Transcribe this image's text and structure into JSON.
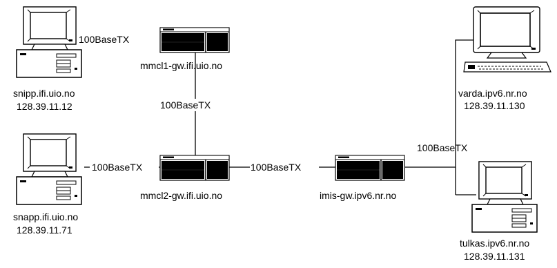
{
  "hosts": {
    "snipp": {
      "name": "snipp.ifi.uio.no",
      "ip": "128.39.11.12"
    },
    "snapp": {
      "name": "snapp.ifi.uio.no",
      "ip": "128.39.11.71"
    },
    "varda": {
      "name": "varda.ipv6.nr.no",
      "ip": "128.39.11.130"
    },
    "tulkas": {
      "name": "tulkas.ipv6.nr.no",
      "ip": "128.39.11.131"
    }
  },
  "routers": {
    "mmcl1": {
      "name": "mmcl1-gw.ifi.uio.no"
    },
    "mmcl2": {
      "name": "mmcl2-gw.ifi.uio.no"
    },
    "imis": {
      "name": "imis-gw.ipv6.nr.no"
    }
  },
  "links": {
    "snipp_mmcl1": "100BaseTX",
    "mmcl1_mmcl2": "100BaseTX",
    "snapp_mmcl2": "100BaseTX",
    "mmcl2_imis": "100BaseTX",
    "imis_ipv6": "100BaseTX"
  }
}
